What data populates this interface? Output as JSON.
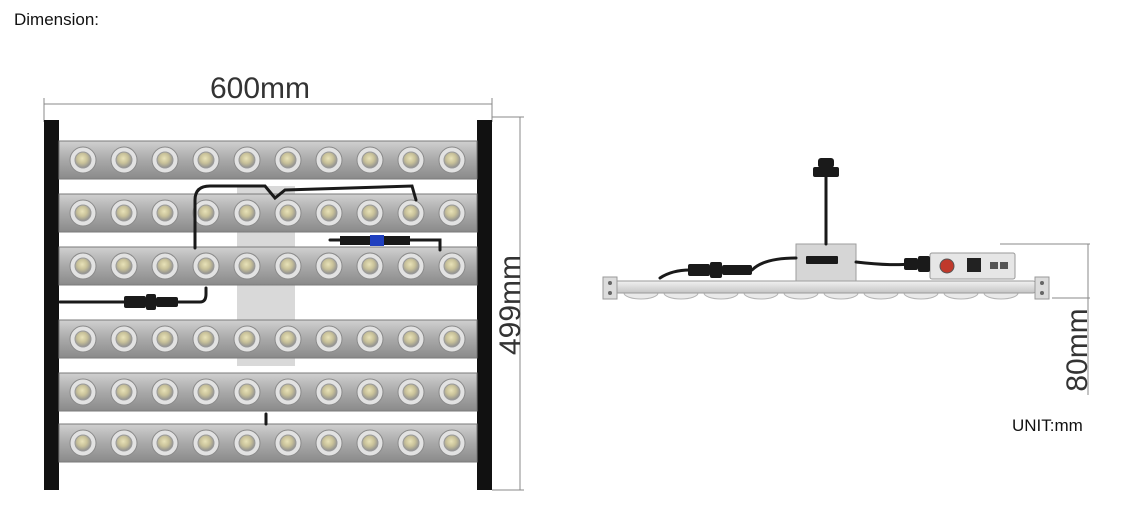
{
  "heading": "Dimension:",
  "top_view": {
    "width_label": "600mm",
    "height_label": "499mm"
  },
  "side_view": {
    "depth_label": "80mm"
  },
  "unit_label": "UNIT:mm",
  "colors": {
    "end_cap": "#111111",
    "bar_fill": "#a6a6a6",
    "led_ring": "#e2e2e2",
    "led_core": "#d8d2a8",
    "cable": "#1a1a1a",
    "connector_accent": "#1f3fbf",
    "dimension_line": "#888888"
  }
}
